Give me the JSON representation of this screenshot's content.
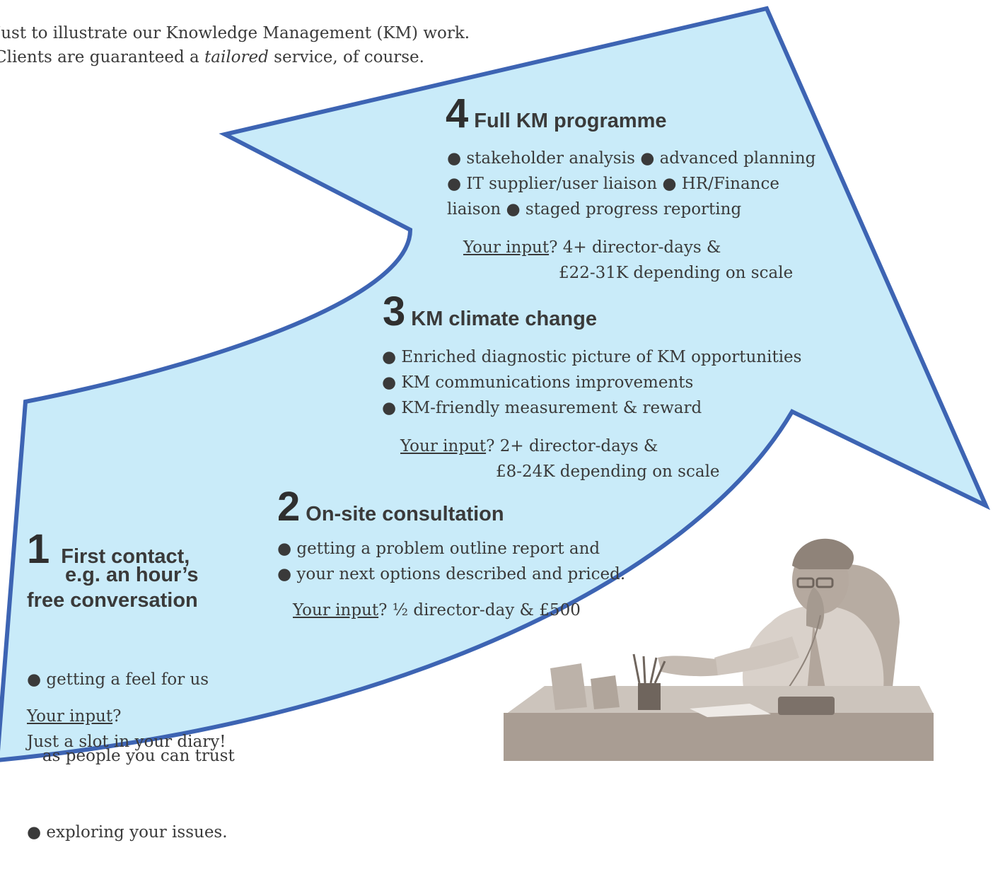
{
  "intro": {
    "line1": "Just to illustrate our Knowledge Management (KM) work.",
    "line2_before": "Clients are guaranteed a ",
    "line2_emph": "tailored",
    "line2_after": " service, of course."
  },
  "stage4": {
    "number": "4",
    "title": "Full KM programme",
    "bullets": [
      "● stakeholder analysis ● advanced planning",
      "● IT supplier/user liaison  ● HR/Finance",
      "liaison  ● staged progress reporting"
    ],
    "input_label": "Your input",
    "input_line1": "? 4+ director-days &",
    "input_line2": "£22-31K depending on scale"
  },
  "stage3": {
    "number": "3",
    "title": "KM climate change",
    "bullets": [
      "● Enriched diagnostic picture of KM opportunities",
      "● KM communications improvements",
      "● KM-friendly measurement & reward"
    ],
    "input_label": "Your input",
    "input_line1": "? 2+ director-days &",
    "input_line2": "£8-24K depending on scale"
  },
  "stage2": {
    "number": "2",
    "title": "On-site consultation",
    "bullets": [
      "● getting a problem outline report and",
      "● your next options described and priced."
    ],
    "input_label": "Your input",
    "input_rest": "? ½ director-day & £500"
  },
  "stage1": {
    "number": "1",
    "title_line1": "First contact,",
    "title_line2": "e.g. an hour’s",
    "title_line3": "free conversation",
    "bullets": [
      "● getting a feel for us",
      "   as people you can trust",
      "● exploring your issues."
    ],
    "input_label": "Your input",
    "input_q": "?",
    "input_line2": "Just a slot in your diary!"
  },
  "colors": {
    "arrow_fill": "#c9ebf9",
    "arrow_stroke": "#3d64b3",
    "text": "#3a3a3a",
    "figure": "#a99d93"
  },
  "icons": {
    "illustration": "businessman-on-phone-at-desk-icon"
  }
}
